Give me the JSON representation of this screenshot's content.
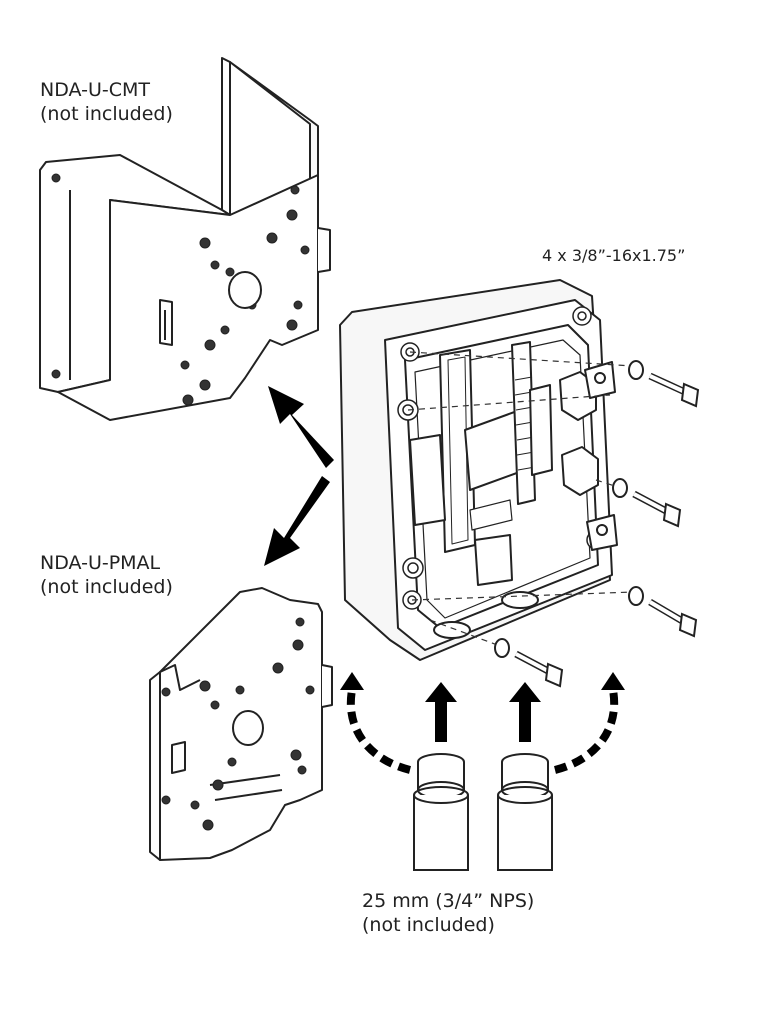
{
  "labels": {
    "cmt_name": "NDA-U-CMT",
    "cmt_note": "(not included)",
    "pmal_name": "NDA-U-PMAL",
    "pmal_note": "(not included)",
    "bolts": "4 x 3/8”-16x1.75”",
    "conduit_size": "25 mm (3/4” NPS)",
    "conduit_note": "(not included)"
  },
  "colors": {
    "line": "#222222",
    "arrow": "#000000",
    "fill": "#ffffff"
  }
}
